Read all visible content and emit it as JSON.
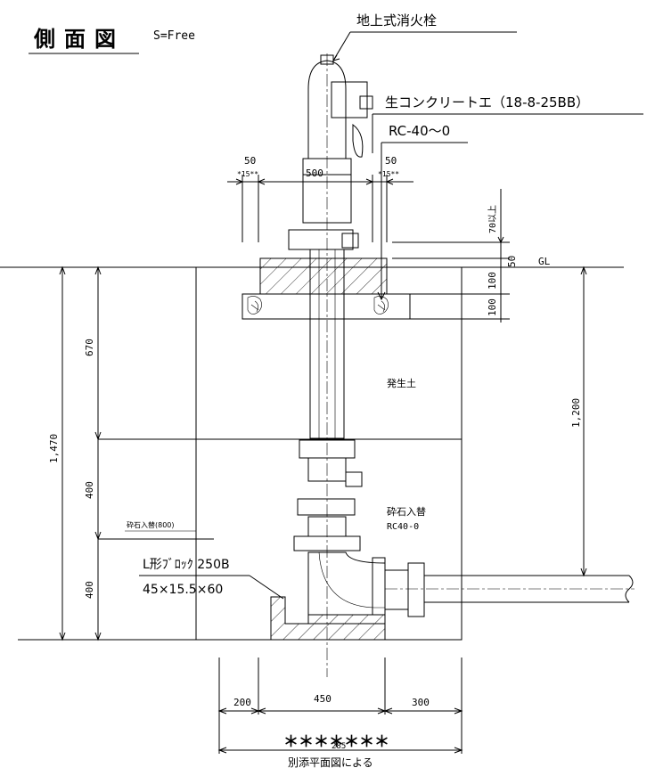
{
  "title": "側面図",
  "scale": "S=Free",
  "labels": {
    "hydrant": "地上式消火栓",
    "concrete": "生コンクリートエ（18-8-25BB）",
    "rc": "RC-40～0",
    "gl": "GL",
    "spoil": "発生土",
    "gravel_replace": "砕石入替",
    "gravel_rc": "RC40-0",
    "gravel_800": "砕石入替(800)",
    "lblock": "L形ﾌﾞﾛｯｸ 250B",
    "lblock_size": "45×15.5×60",
    "ref": "別添平面図による",
    "stars": "＊＊＊＊＊＊＊",
    "overlap_small": "*15**",
    "overlap_bottom": "285"
  },
  "dims": {
    "top_left": "50",
    "top_mid": "500",
    "top_right": "50",
    "above70": "70以上",
    "d50": "50",
    "d100a": "100",
    "d100b": "100",
    "total": "1,470",
    "d670": "670",
    "d400a": "400",
    "d400b": "400",
    "d1200": "1,200",
    "b200": "200",
    "b450": "450",
    "b300": "300"
  }
}
